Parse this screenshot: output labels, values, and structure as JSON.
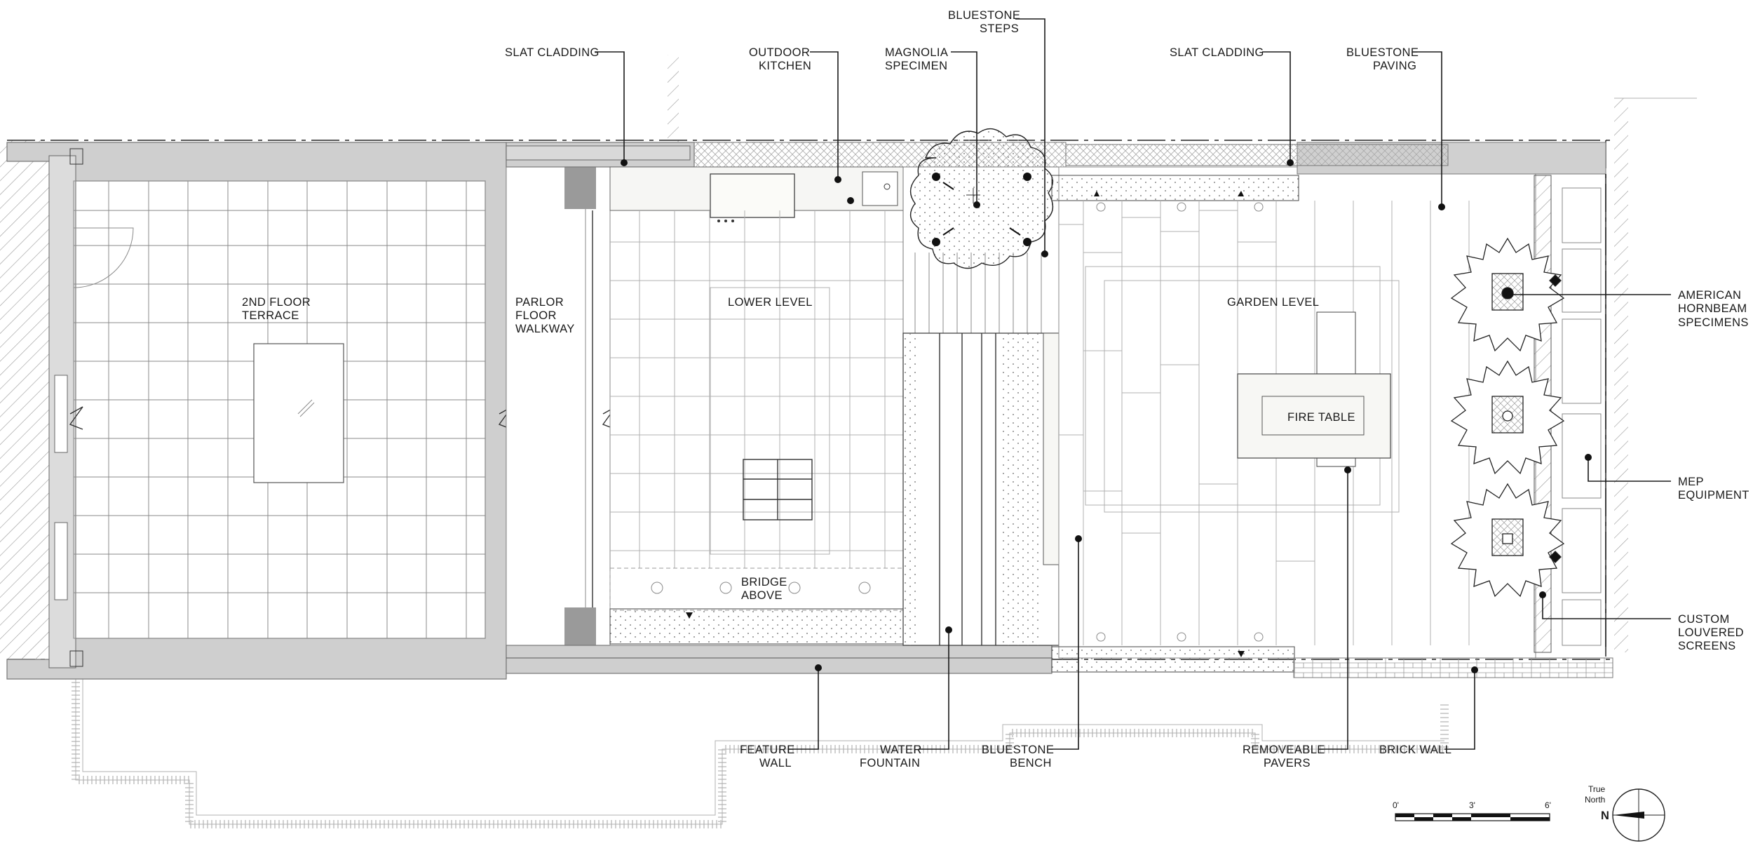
{
  "areas": {
    "terrace": [
      "2ND FLOOR",
      "TERRACE"
    ],
    "walkway": [
      "PARLOR",
      "FLOOR",
      "WALKWAY"
    ],
    "lower_level": "LOWER LEVEL",
    "bridge": [
      "BRIDGE",
      "ABOVE"
    ],
    "garden_level": "GARDEN LEVEL",
    "fire_table": "FIRE TABLE"
  },
  "callouts_top": {
    "slat_cladding_1": "SLAT CLADDING",
    "outdoor_kitchen": [
      "OUTDOOR",
      "KITCHEN"
    ],
    "magnolia": [
      "MAGNOLIA",
      "SPECIMEN"
    ],
    "bluestone_steps": [
      "BLUESTONE",
      "STEPS"
    ],
    "slat_cladding_2": "SLAT CLADDING",
    "bluestone_paving": [
      "BLUESTONE",
      "PAVING"
    ]
  },
  "callouts_right": {
    "hornbeam": [
      "AMERICAN",
      "HORNBEAM",
      "SPECIMENS"
    ],
    "mep": [
      "MEP",
      "EQUIPMENT"
    ],
    "louvered": [
      "CUSTOM",
      "LOUVERED",
      "SCREENS"
    ]
  },
  "callouts_bottom": {
    "feature_wall": [
      "FEATURE",
      "WALL"
    ],
    "water_fountain": [
      "WATER",
      "FOUNTAIN"
    ],
    "bluestone_bench": [
      "BLUESTONE",
      "BENCH"
    ],
    "removeable_pavers": [
      "REMOVEABLE",
      "PAVERS"
    ],
    "brick_wall": "BRICK WALL"
  },
  "scale_bar": {
    "ticks": [
      "0'",
      "3'",
      "6'"
    ]
  },
  "north_arrow": {
    "label": [
      "True",
      "North"
    ],
    "letter": "N"
  },
  "colors": {
    "wall_fill": "#cfcfcf",
    "line": "#1a1a1a"
  }
}
